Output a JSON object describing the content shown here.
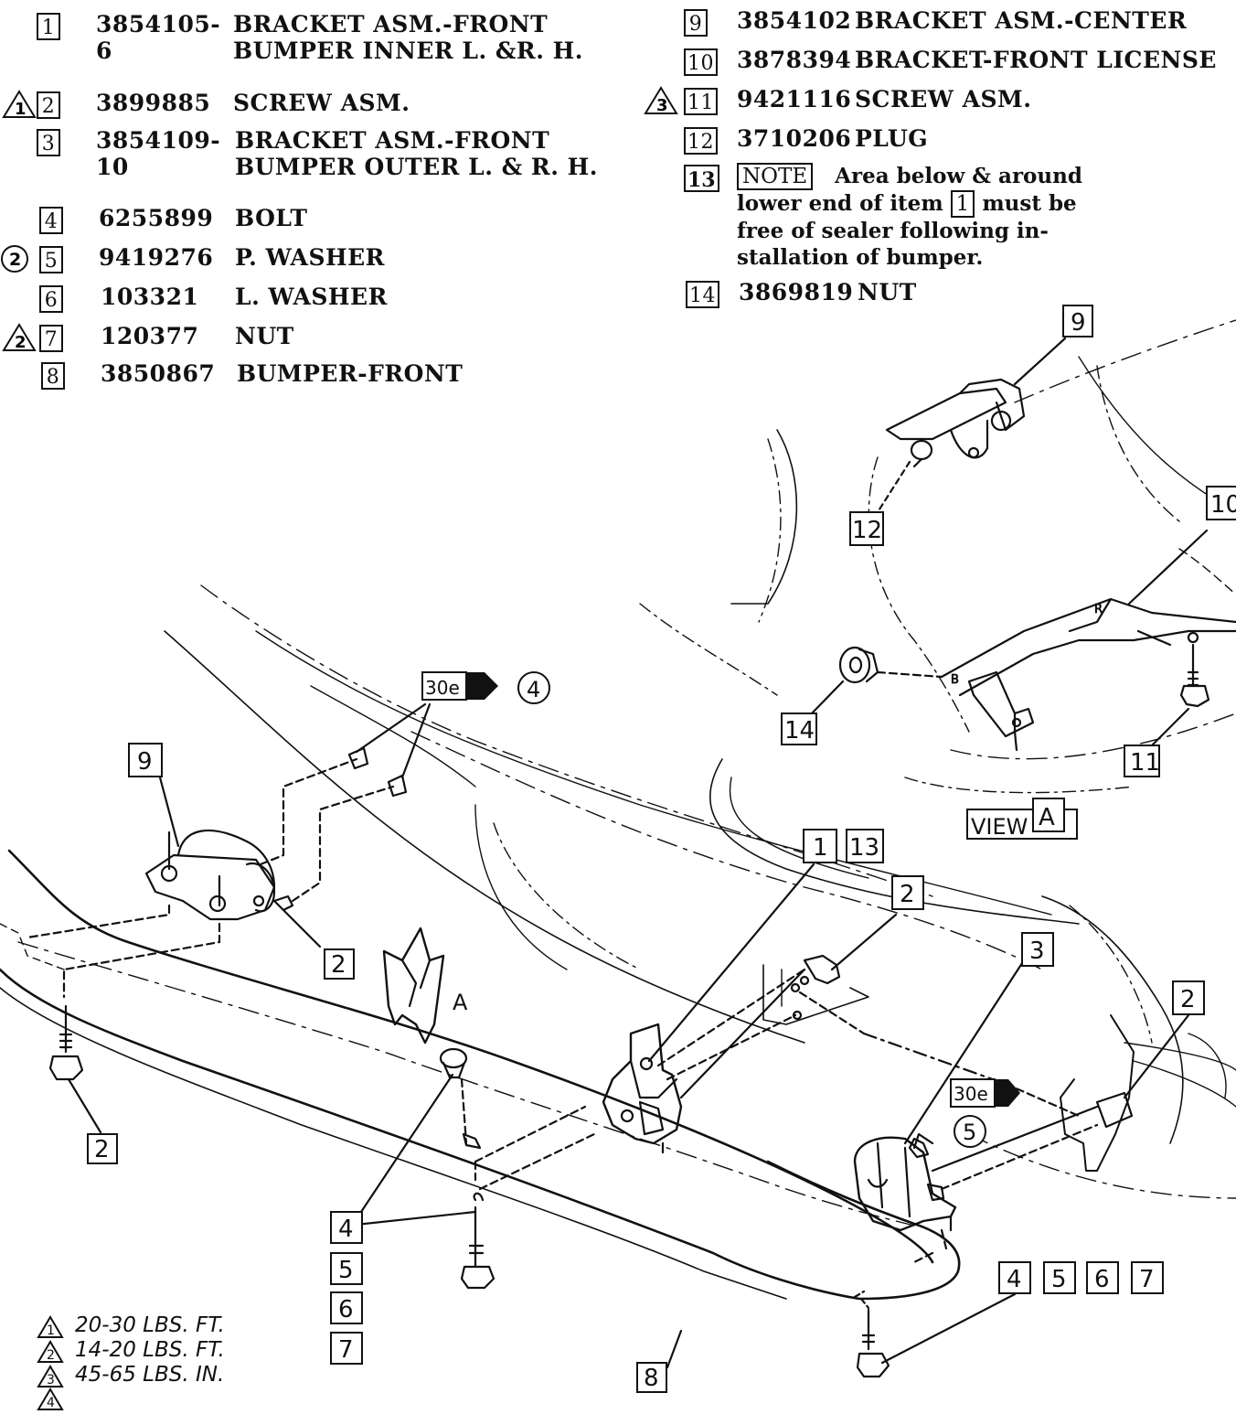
{
  "parts_left": [
    {
      "item": "1",
      "part": "3854105-6",
      "desc1": "BRACKET ASM.-FRONT",
      "desc2": "BUMPER INNER L. &R. H.",
      "mark": ""
    },
    {
      "item": "2",
      "part": "3899885",
      "desc1": "SCREW  ASM.",
      "desc2": "",
      "mark": "1"
    },
    {
      "item": "3",
      "part": "3854109-10",
      "desc1": "BRACKET ASM.-FRONT",
      "desc2": "BUMPER OUTER L. & R. H.",
      "mark": ""
    },
    {
      "item": "4",
      "part": "6255899",
      "desc1": "BOLT",
      "desc2": "",
      "mark": ""
    },
    {
      "item": "5",
      "part": "9419276",
      "desc1": "P. WASHER",
      "desc2": "",
      "mark": "2"
    },
    {
      "item": "6",
      "part": "103321",
      "desc1": "L. WASHER",
      "desc2": "",
      "mark": ""
    },
    {
      "item": "7",
      "part": "120377",
      "desc1": "NUT",
      "desc2": "",
      "mark": "2"
    },
    {
      "item": "8",
      "part": "3850867",
      "desc1": "BUMPER-FRONT",
      "desc2": "",
      "mark": ""
    }
  ],
  "parts_right": [
    {
      "item": "9",
      "part": "3854102",
      "desc1": "BRACKET ASM.-CENTER",
      "mark": ""
    },
    {
      "item": "10",
      "part": "3878394",
      "desc1": "BRACKET-FRONT LICENSE",
      "mark": ""
    },
    {
      "item": "11",
      "part": "9421116",
      "desc1": "SCREW ASM.",
      "mark": "3"
    },
    {
      "item": "12",
      "part": "3710206",
      "desc1": "PLUG",
      "mark": ""
    },
    {
      "item": "14",
      "part": "3869819",
      "desc1": "NUT",
      "mark": ""
    }
  ],
  "note": {
    "item": "13",
    "label": "NOTE",
    "text_a": "Area below & around",
    "text_b": "lower end of item",
    "ref": "1",
    "text_c": "must be",
    "text_d": "free of sealer following in-",
    "text_e": "stallation of bumper."
  },
  "torque_specs": [
    {
      "mark": "1",
      "text": "20-30 LBS. FT."
    },
    {
      "mark": "2",
      "text": "14-20 LBS. FT."
    },
    {
      "mark": "3",
      "text": "45-65 LBS. IN."
    },
    {
      "mark": "4",
      "text": ""
    }
  ],
  "callouts": {
    "c9_top": "9",
    "c10": "10",
    "c12": "12",
    "c14": "14",
    "c11": "11",
    "view_label": "VIEW",
    "view_letter": "A",
    "c9_left": "9",
    "c2_left": "2",
    "c2_bottom": "2",
    "c30e_top": "30e",
    "circ4": "4",
    "c1": "1",
    "c13": "13",
    "c2_mid": "2",
    "c3": "3",
    "c2_right": "2",
    "c30e_right": "30e",
    "circ5": "5",
    "arrow_label": "A",
    "c4": "4",
    "c5": "5",
    "c6": "6",
    "c7": "7",
    "c8": "8",
    "r4": "4",
    "r5": "5",
    "r6": "6",
    "r7": "7"
  }
}
